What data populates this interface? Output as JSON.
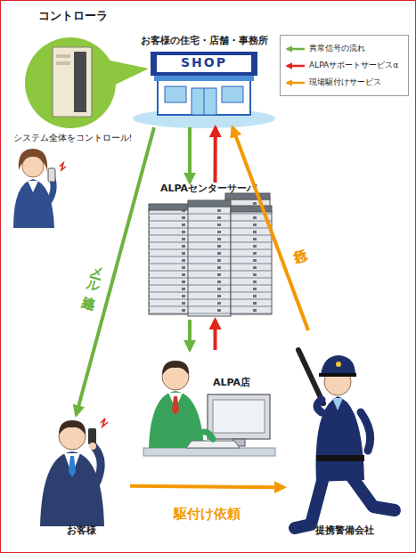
{
  "diagram": {
    "nodes": [
      {
        "text": [
          "コントローラ",
          "システム全体をコントロール!"
        ]
      },
      {
        "text": [
          "お客様の住宅・店舗・事務所",
          "SHOP"
        ]
      },
      {
        "text": [
          "ALPAセンターサーバ"
        ]
      },
      {
        "text": [
          "ALPA店"
        ]
      },
      {
        "text": [
          "お客様"
        ]
      },
      {
        "text": [
          "提携警備会社"
        ]
      }
    ],
    "edges": [
      {
        "from": 1,
        "to": 2,
        "arrow": "to"
      },
      {
        "from": 2,
        "to": 1,
        "arrow": "to"
      },
      {
        "from": 2,
        "to": 3,
        "arrow": "to"
      },
      {
        "from": 3,
        "to": 2,
        "arrow": "to"
      },
      {
        "from": 1,
        "to": 4,
        "label": "メール連絡",
        "arrow": "to"
      },
      {
        "from": 4,
        "to": 5,
        "label": "駆付け依頼",
        "arrow": "to"
      },
      {
        "from": 5,
        "to": 1,
        "label": "急行",
        "arrow": "to"
      }
    ],
    "legend": [
      {
        "text": "異常信号の流れ"
      },
      {
        "text": "ALPAサポートサービスα"
      },
      {
        "text": "現場駆付けサービス"
      }
    ]
  }
}
